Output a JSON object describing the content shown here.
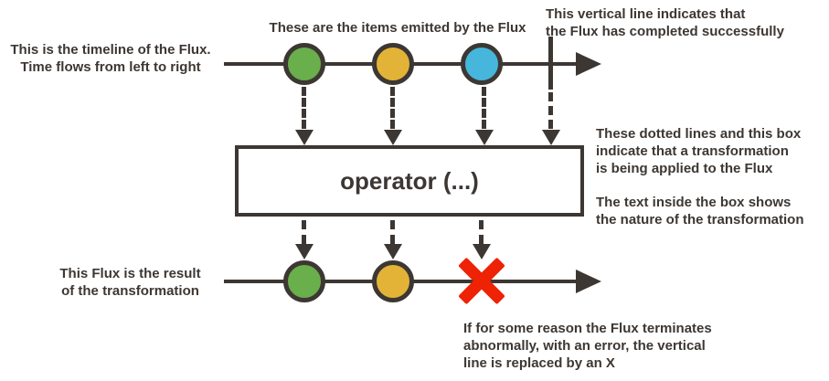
{
  "colors": {
    "dark": "#3d3733",
    "green": "#69af4b",
    "yellow": "#e3b338",
    "blue": "#47b6dc",
    "red": "#ee2205"
  },
  "annotations": {
    "timeline": {
      "lines": [
        "This is the timeline of the Flux.",
        "Time flows from left to right"
      ]
    },
    "items": {
      "lines": [
        "These are the items emitted by the Flux"
      ]
    },
    "complete": {
      "lines": [
        "This vertical line indicates that",
        "the Flux has completed successfully"
      ]
    },
    "transform": {
      "lines": [
        "These dotted lines and this box",
        "indicate that a transformation",
        "is being applied to the Flux"
      ]
    },
    "box_text": {
      "lines": [
        "The text inside the box shows",
        "the nature of the transformation"
      ]
    },
    "result": {
      "lines": [
        "This Flux is the result",
        "of the transformation"
      ]
    },
    "error": {
      "lines": [
        "If for some reason the Flux terminates",
        "abnormally, with an error, the vertical",
        "line is replaced by an X"
      ]
    }
  },
  "operator": {
    "label": "operator (...)"
  },
  "marbles": {
    "source": [
      "green",
      "yellow",
      "blue"
    ],
    "result": [
      "green",
      "yellow"
    ]
  }
}
